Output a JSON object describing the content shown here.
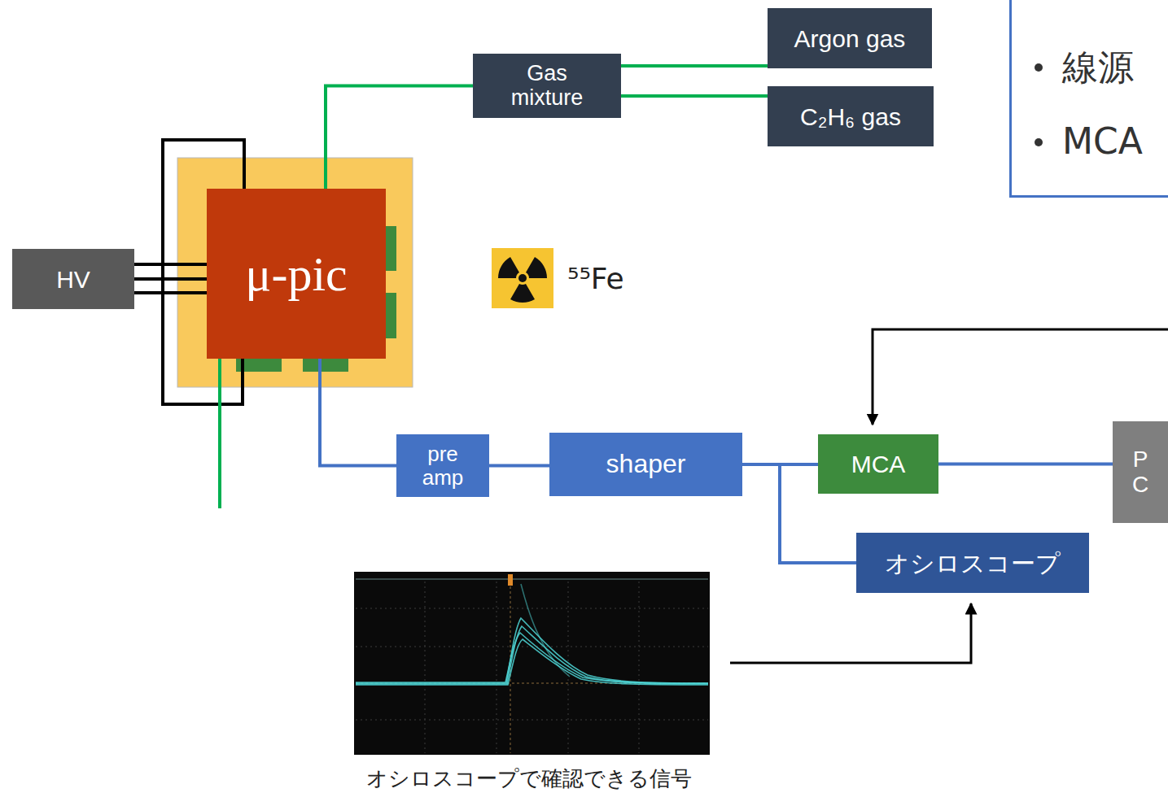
{
  "diagram": {
    "nodes": [
      {
        "text": [
          "線源",
          "MCA"
        ]
      },
      {
        "text": [
          "Argon gas"
        ]
      },
      {
        "text": [
          "C₂H₆ gas"
        ]
      },
      {
        "text": [
          "Gas mixture"
        ]
      },
      {
        "text": [
          "HV"
        ]
      },
      {
        "text": [
          "μ-pic"
        ]
      },
      {
        "text": [
          "pre amp"
        ]
      },
      {
        "text": [
          "shaper"
        ]
      },
      {
        "text": [
          "MCA"
        ]
      },
      {
        "text": [
          "PC"
        ]
      },
      {
        "text": [
          "オシロスコープ"
        ]
      }
    ],
    "edges": [
      {
        "from": 1,
        "to": 3,
        "arrow": "none"
      },
      {
        "from": 2,
        "to": 3,
        "arrow": "none"
      },
      {
        "from": 3,
        "to": 5,
        "arrow": "none"
      },
      {
        "from": 4,
        "to": 5,
        "arrow": "none"
      },
      {
        "from": 5,
        "to": 6,
        "arrow": "none"
      },
      {
        "from": 6,
        "to": 7,
        "arrow": "none"
      },
      {
        "from": 7,
        "to": 8,
        "arrow": "none"
      },
      {
        "from": 7,
        "to": 10,
        "arrow": "none"
      },
      {
        "from": 8,
        "to": 9,
        "arrow": "none"
      }
    ],
    "labels": [
      "⁵⁵Fe",
      "オシロスコープで確認できる信号"
    ]
  }
}
